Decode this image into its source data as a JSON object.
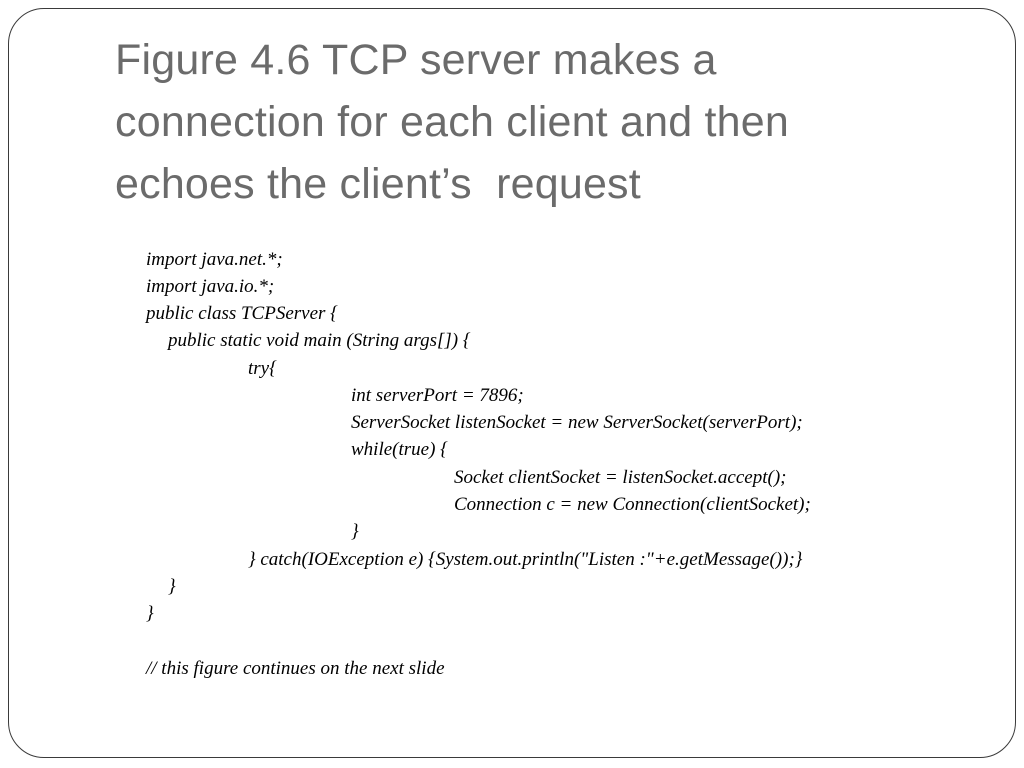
{
  "slide": {
    "title_lines": [
      "Figure 4.6 TCP server makes a",
      "connection for each client and then",
      "echoes the client’s  request"
    ],
    "code_lines": [
      "import java.net.*;",
      "import java.io.*;",
      "public class TCPServer {",
      "public static void main (String args[]) {",
      "try{",
      "int serverPort = 7896;",
      "ServerSocket listenSocket = new ServerSocket(serverPort);",
      "while(true) {",
      "Socket clientSocket = listenSocket.accept();",
      "Connection c = new Connection(clientSocket);",
      "}",
      "} catch(IOException e) {System.out.println(\"Listen :\"+e.getMessage());}",
      "}",
      "}",
      "// this figure continues on the next slide"
    ]
  }
}
